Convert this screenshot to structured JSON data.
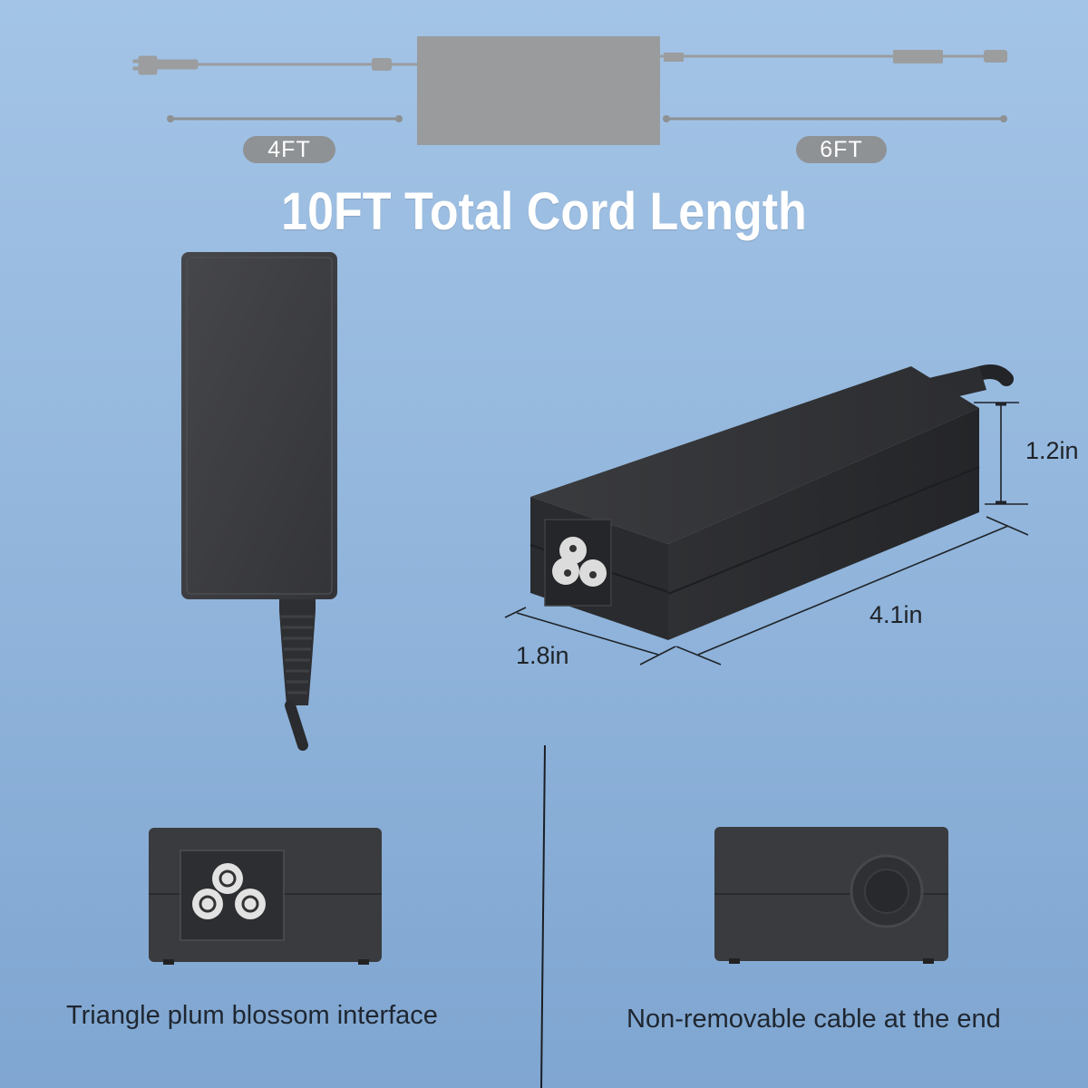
{
  "header": {
    "cord_ac_length": "4FT",
    "cord_dc_length": "6FT",
    "headline": "10FT Total Cord Length"
  },
  "dimensions": {
    "height": "1.2in",
    "length": "4.1in",
    "width": "1.8in"
  },
  "captions": {
    "left": "Triangle plum blossom interface",
    "right": "Non-removable cable at the end"
  },
  "colors": {
    "background_top": "#a3c4e6",
    "background_bottom": "#7fa6d1",
    "adapter_body": "#3c3d40",
    "silhouette_gray": "#999b9d",
    "label_pill": "#8f9295"
  }
}
